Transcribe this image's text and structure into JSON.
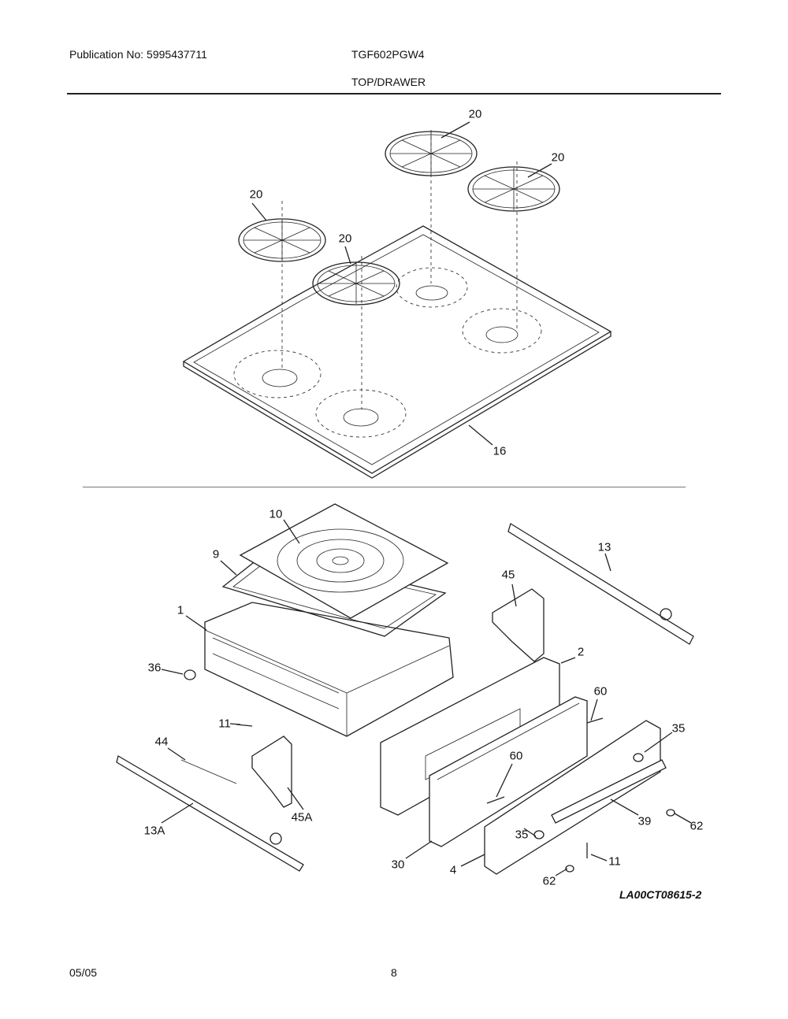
{
  "header": {
    "publication": "Publication No: 5995437711",
    "model": "TGF602PGW4",
    "section_title": "TOP/DRAWER"
  },
  "diagram": {
    "callouts": [
      "20",
      "20",
      "20",
      "20",
      "16",
      "10",
      "9",
      "13",
      "45",
      "1",
      "2",
      "36",
      "60",
      "35",
      "11",
      "44",
      "60",
      "45A",
      "13A",
      "39",
      "62",
      "35",
      "30",
      "4",
      "11",
      "62"
    ],
    "drawing_code": "LA00CT08615-2"
  },
  "footer": {
    "date": "05/05",
    "page": "8"
  }
}
